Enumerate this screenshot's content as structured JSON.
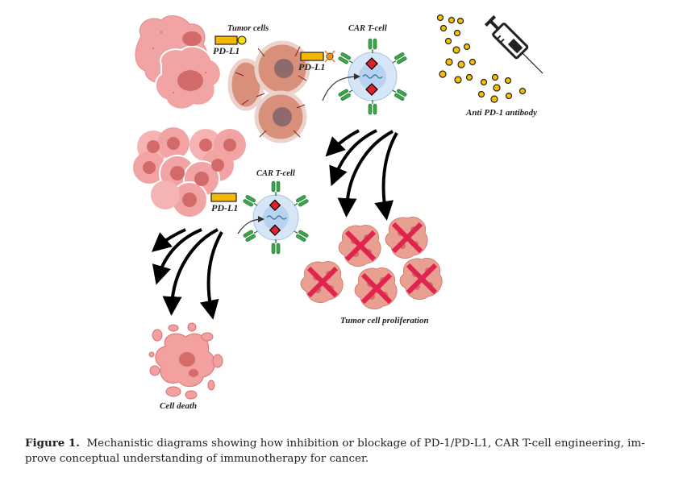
{
  "figure": {
    "labels": {
      "tumor_cells": "Tumor cells",
      "car_t_cell_top": "CAR T-cell",
      "car_t_cell_mid": "CAR T-cell",
      "pd_l1_a": "PD-L1",
      "pd_l1_b": "PD-L1",
      "pd_l1_c": "PD-L1",
      "anti_pd1": "Anti PD-1 antibody",
      "proliferation": "Tumor cell proliferation",
      "cell_death": "Cell death"
    },
    "colors": {
      "tumor_pink": "#ef9a9a",
      "tumor_nucleus": "#d56b6b",
      "tumor_brown": "#d9907a",
      "vessel": "#8b1a1a",
      "receptor_green": "#3aa64a",
      "tcell_fill": "#d6e6f7",
      "tcell_core": "#b9d2ef",
      "pd_l1_bar": "#f5b800",
      "antibody_yellow": "#f5c000",
      "cross_red": "#e0234f",
      "arrow": "#000000"
    }
  },
  "caption": {
    "label": "Figure 1.",
    "text": "Mechanistic diagrams showing how inhibition or blockage of PD-1/PD-L1, CAR T-cell engineering, im-",
    "text2": "prove conceptual understanding of immunotherapy for cancer."
  }
}
